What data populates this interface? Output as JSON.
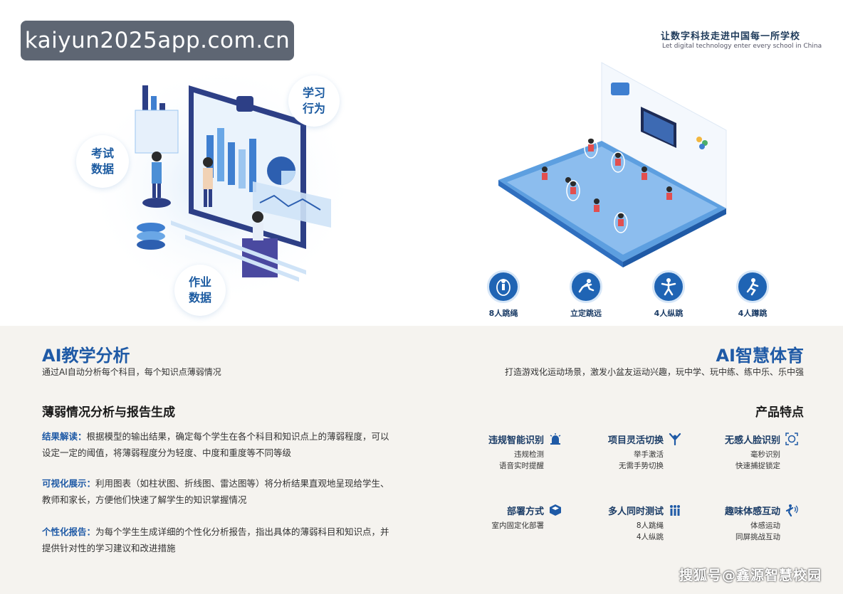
{
  "banner": {
    "url": "kaiyun2025app.com.cn"
  },
  "left_illustration": {
    "bubbles": [
      "考试\n数据",
      "学习\n行为",
      "作业\n数据"
    ]
  },
  "right_header": {
    "title": "让数字科技走进中国每一所学校",
    "subtitle": "Let digital technology enter every school in China"
  },
  "sports": [
    "8人跳绳",
    "立定跳远",
    "4人纵跳",
    "4人蹲跳"
  ],
  "left_section": {
    "heading": "AI教学分析",
    "subheading": "通过AI自动分析每个科目，每个知识点薄弱情况",
    "weak_heading": "薄弱情况分析与报告生成",
    "items": [
      {
        "key": "结果解读：",
        "text": "根据模型的输出结果，确定每个学生在各个科目和知识点上的薄弱程度，可以设定一定的阈值，将薄弱程度分为轻度、中度和重度等不同等级"
      },
      {
        "key": "可视化展示：",
        "text": "利用图表（如柱状图、折线图、雷达图等）将分析结果直观地呈现给学生、教师和家长，方便他们快速了解学生的知识掌握情况"
      },
      {
        "key": "个性化报告：",
        "text": "为每个学生生成详细的个性化分析报告，指出具体的薄弱科目和知识点，并提供针对性的学习建议和改进措施"
      }
    ]
  },
  "right_section": {
    "heading": "AI智慧体育",
    "subheading": "打造游戏化运动场景，激发小盆友运动兴趣，玩中学、玩中练、练中乐、乐中强",
    "features_heading": "产品特点",
    "features": [
      {
        "title": "违规智能识别",
        "lines": [
          "违规检测",
          "语音实时提醒"
        ],
        "icon": "alarm-icon"
      },
      {
        "title": "项目灵活切换",
        "lines": [
          "举手激活",
          "无需手势切换"
        ],
        "icon": "hand-raise-icon"
      },
      {
        "title": "无感人脸识别",
        "lines": [
          "毫秒识别",
          "快速捕捉锁定"
        ],
        "icon": "face-scan-icon"
      },
      {
        "title": "部署方式",
        "lines": [
          "室内固定化部署"
        ],
        "icon": "box-icon"
      },
      {
        "title": "多人同时测试",
        "lines": [
          "8人跳绳",
          "4人纵跳"
        ],
        "icon": "group-icon"
      },
      {
        "title": "趣味体感互动",
        "lines": [
          "体感运动",
          "同屏挑战互动"
        ],
        "icon": "motion-icon"
      }
    ]
  },
  "watermark": "搜狐号@鑫源智慧校园",
  "colors": {
    "accent": "#1f5aa6",
    "icon_blue": "#1f64b4",
    "banner_bg": "#5e6673"
  }
}
